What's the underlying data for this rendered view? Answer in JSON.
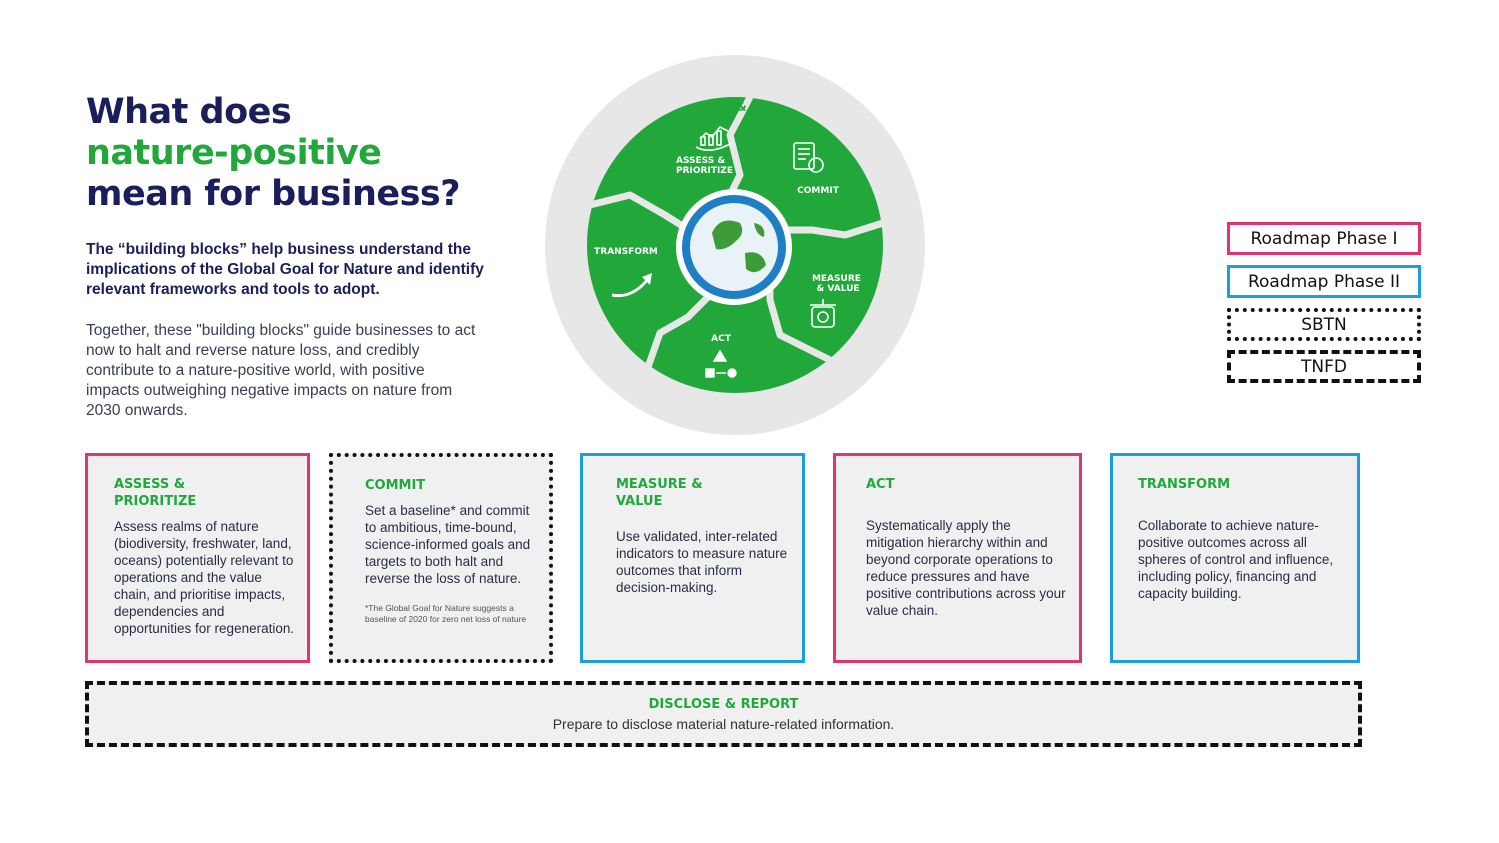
{
  "heading": {
    "line1": "What does",
    "line2": "nature-positive",
    "line3": "mean for business?"
  },
  "intro": "The “building blocks” help business understand the implications of the Global Goal for Nature and identify relevant frameworks and tools to adopt.",
  "body": "Together, these \"building blocks\" guide businesses to act now to halt and reverse nature loss, and credibly contribute to a nature-positive world, with positive impacts outweighing negative impacts on nature from 2030 onwards.",
  "wheel": {
    "ring_label": "DISCLOSE & REPORT",
    "assess": [
      "ASSESS &",
      "PRIORITIZE"
    ],
    "commit": "COMMIT",
    "measure": [
      "MEASURE",
      "& VALUE"
    ],
    "act": "ACT",
    "transform": "TRANSFORM"
  },
  "legend": [
    "Roadmap Phase I",
    "Roadmap Phase II",
    "SBTN",
    "TNFD"
  ],
  "cards": [
    {
      "title": "ASSESS &\nPRIORITIZE",
      "text": "Assess realms of nature (biodiversity, freshwater, land, oceans) potentially relevant to operations and the value chain, and prioritise impacts, dependencies and opportunities for regeneration."
    },
    {
      "title": "COMMIT",
      "text": "Set a baseline* and commit to ambitious, time-bound, science-informed goals and targets to both halt and reverse the loss of nature.",
      "footnote": "*The Global Goal for Nature suggests a baseline of 2020 for zero net loss of nature"
    },
    {
      "title": "MEASURE &\nVALUE",
      "text": "Use validated, inter-related indicators to measure nature outcomes that inform decision-making."
    },
    {
      "title": "ACT",
      "text": "Systematically apply the mitigation hierarchy within and beyond corporate operations to reduce pressures and have positive contributions across your value chain."
    },
    {
      "title": "TRANSFORM",
      "text": "Collaborate to achieve nature-positive outcomes across all spheres of control and influence, including policy, financing and capacity building."
    }
  ],
  "disclose": {
    "title": "DISCLOSE & REPORT",
    "text": "Prepare to disclose material nature-related information."
  }
}
